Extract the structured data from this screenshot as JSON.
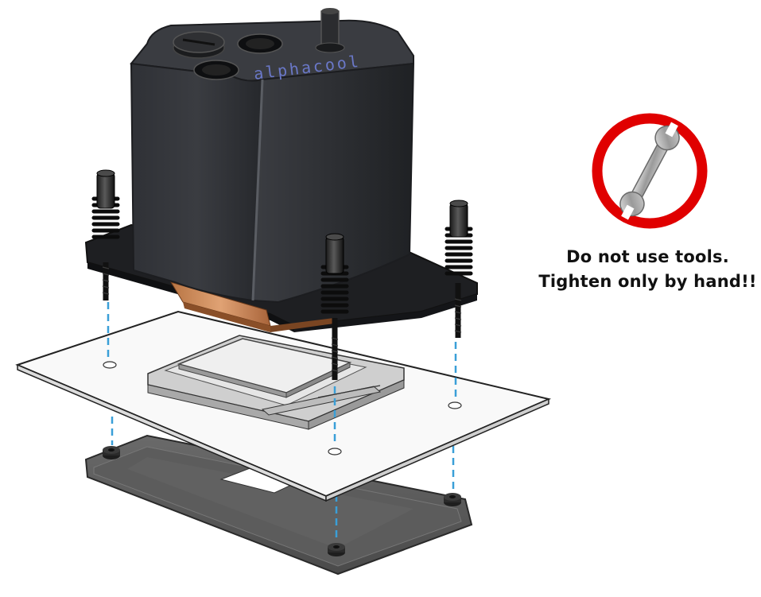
{
  "brand_logo": "alphacool",
  "warning": {
    "line1": "Do not use tools.",
    "line2": "Tighten only by hand!!",
    "icon": "no-wrench-icon",
    "ring_color": "#e00000"
  },
  "colors": {
    "pump_body": "#2b2d31",
    "board": "#f7f7f7",
    "backplate": "#565656",
    "guide_line": "#3a9fd8",
    "copper": "#c98a5a"
  }
}
